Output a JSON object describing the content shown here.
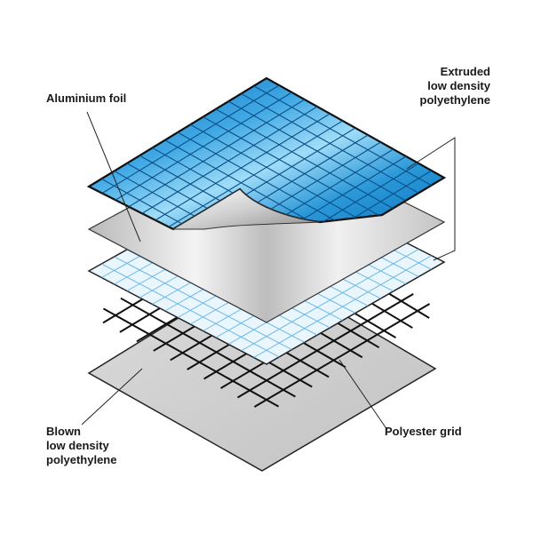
{
  "labels": {
    "aluminium_foil": "Aluminium foil",
    "extruded": [
      "Extruded",
      "low density",
      "polyethylene"
    ],
    "blown": [
      "Blown",
      "low density",
      "polyethylene"
    ],
    "polyester_grid": "Polyester grid"
  },
  "colors": {
    "blue_dark": "#0a77c2",
    "blue_light": "#6cc4ee",
    "foil": "#d8d8d8",
    "light_layer": "#eaf6fd",
    "bottom_sheet": "#d0d0d0",
    "grid": "#111111"
  }
}
